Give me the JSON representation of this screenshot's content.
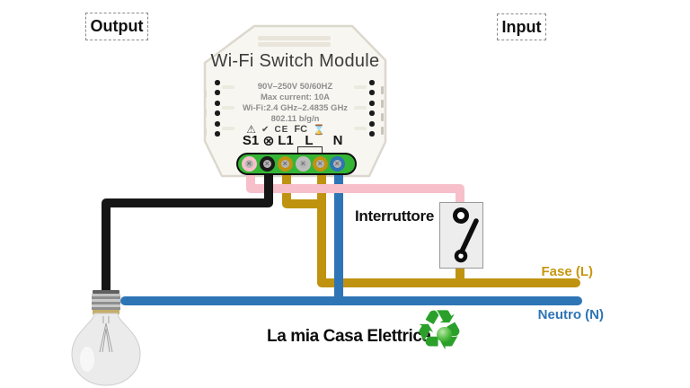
{
  "diagram_labels": {
    "output": "Output",
    "input": "Input",
    "switch": "Interruttore",
    "phase": "Fase (L)",
    "neutral": "Neutro (N)",
    "brand": "La mia Casa Elettrica"
  },
  "module": {
    "title": "Wi-Fi Switch Module",
    "specs": [
      "90V–250V  50/60HZ",
      "Max current: 10A",
      "Wi-Fi:2.4 GHz–2.4835 GHz",
      "802.11 b/g/n"
    ],
    "cert_icons": [
      {
        "name": "warning-icon",
        "glyph": "⚠"
      },
      {
        "name": "rohs-check-icon",
        "glyph": "✔"
      },
      {
        "name": "ce-mark",
        "glyph": "CE"
      },
      {
        "name": "fcc-mark",
        "glyph": "FC"
      },
      {
        "name": "hourglass-icon",
        "glyph": "⌛"
      }
    ],
    "terminal_labels": [
      "S1",
      "⊗",
      "L1",
      "L",
      "N"
    ],
    "terminals": [
      {
        "terminal": "S1",
        "wire": "pink switch wire"
      },
      {
        "terminal": "lamp",
        "wire": "black lamp wire"
      },
      {
        "terminal": "L1",
        "wire": "gold phase wire"
      },
      {
        "terminal": "L",
        "wire": "none"
      },
      {
        "terminal": "L",
        "wire": "gold phase wire"
      },
      {
        "terminal": "N",
        "wire": "blue neutral wire"
      }
    ],
    "screw_slot_glyph": "×"
  },
  "colors": {
    "phase_wire": "#bf9310",
    "neutral_wire": "#2e75b5",
    "switch_wire": "#f6bfca",
    "lamp_wire": "#161616",
    "terminal_block_green": "#35b535",
    "phase_label_text": "#c8960e",
    "neutral_label_text": "#2e75b5",
    "brand_recycle_green": "#2aa02a"
  }
}
